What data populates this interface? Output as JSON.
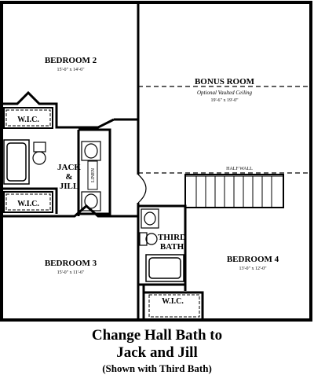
{
  "rooms": {
    "bedroom2": {
      "name": "BEDROOM 2",
      "dims": "15'-0\" x 14'-6\""
    },
    "bonus": {
      "name": "BONUS ROOM",
      "note": "Optional Vaulted Ceiling",
      "dims": "19'-6\" x 19'-0\""
    },
    "bedroom3": {
      "name": "BEDROOM 3",
      "dims": "15'-0\" x 11'-6\""
    },
    "bedroom4": {
      "name": "BEDROOM 4",
      "dims": "13'-0\" x 12'-0\""
    },
    "jackjill": {
      "line1": "JACK",
      "line2": "&",
      "line3": "JILL"
    },
    "third_bath": {
      "line1": "THIRD",
      "line2": "BATH"
    }
  },
  "labels": {
    "wic": "W.I.C.",
    "linen": "LINEN",
    "half_wall": "HALF WALL"
  },
  "caption": {
    "line1": "Change Hall Bath to",
    "line2": "Jack and Jill",
    "line3": "(Shown with Third Bath)"
  }
}
